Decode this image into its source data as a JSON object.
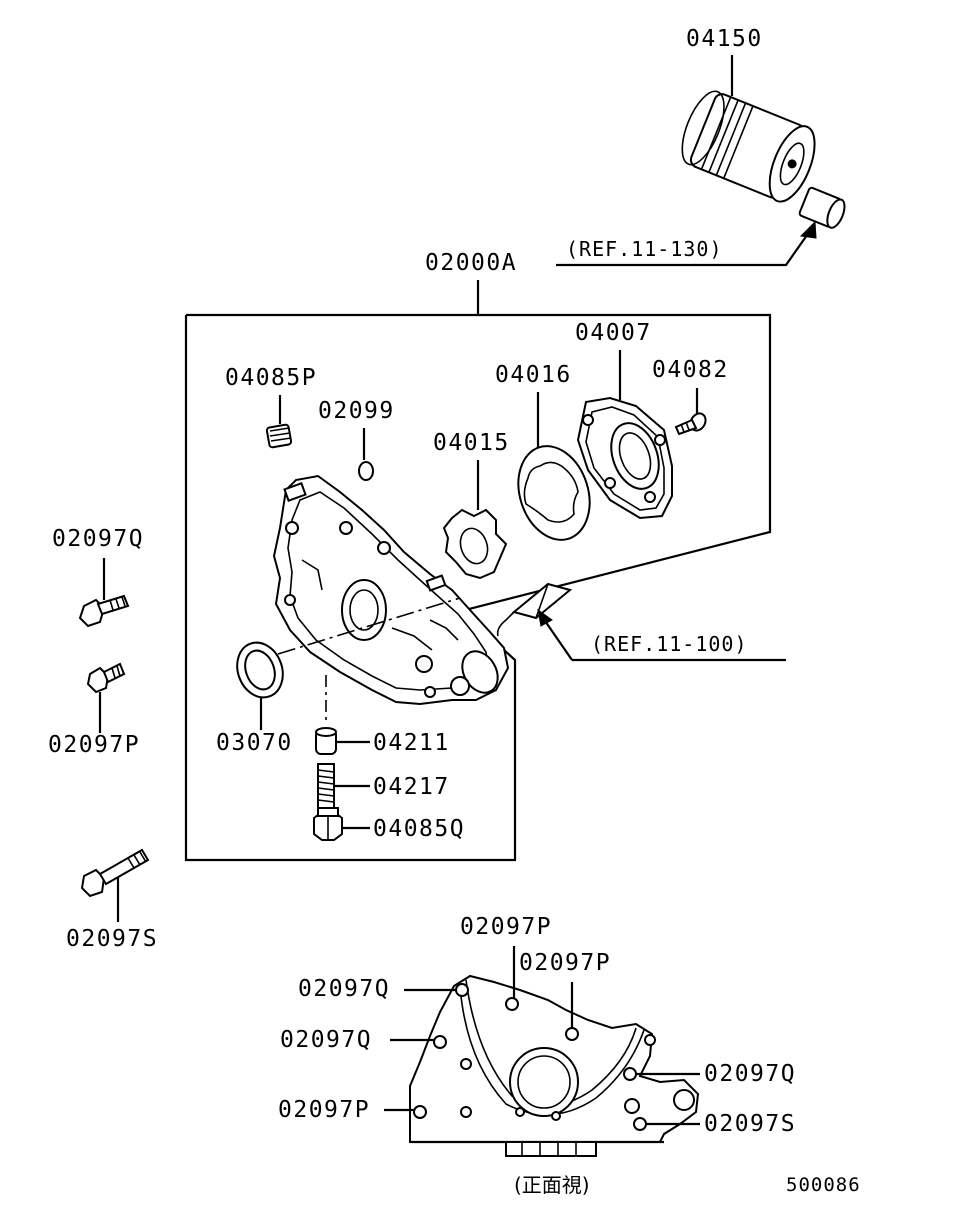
{
  "diagram": {
    "part_labels": {
      "p04150": "04150",
      "p02000A": "02000A",
      "ref_11_130": "(REF.11-130)",
      "p04007": "04007",
      "p04016": "04016",
      "p04082": "04082",
      "p04085P": "04085P",
      "p02099": "02099",
      "p04015": "04015",
      "ref_11_100": "(REF.11-100)",
      "p02097Q": "02097Q",
      "p02097P": "02097P",
      "p03070": "03070",
      "p04211": "04211",
      "p04217": "04217",
      "p04085Q": "04085Q",
      "p02097S": "02097S"
    },
    "front_view": {
      "caption": "(正面視)",
      "labels": {
        "top_p1": "02097P",
        "top_p2": "02097P",
        "left_q1": "02097Q",
        "left_q2": "02097Q",
        "left_p": "02097P",
        "right_q": "02097Q",
        "right_s": "02097S"
      }
    },
    "figure_number": "500086"
  }
}
